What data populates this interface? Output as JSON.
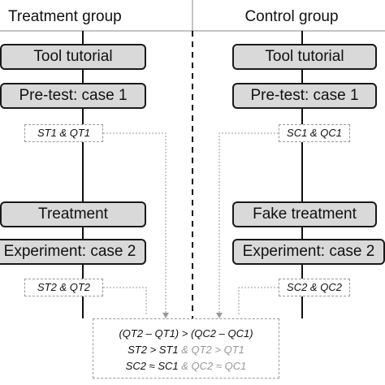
{
  "treatment": {
    "header": "Treatment group",
    "steps": [
      "Tool tutorial",
      "Pre-test: case 1",
      "Treatment",
      "Experiment: case 2"
    ],
    "measure1": "ST1 & QT1",
    "measure2": "ST2 & QT2"
  },
  "control": {
    "header": "Control group",
    "steps": [
      "Tool tutorial",
      "Pre-test: case 1",
      "Fake treatment",
      "Experiment: case 2"
    ],
    "measure1": "SC1 & QC1",
    "measure2": "SC2 & QC2"
  },
  "hypotheses": {
    "line1": "(QT2 – QT1) > (QC2 – QC1)",
    "line2_main": "ST2 > ST1",
    "line2_alt": " & QT2 > QT1",
    "line3_main": "SC2 ≈ SC1",
    "line3_alt": " & QC2 ≈ QC1"
  },
  "colors": {
    "box_fill": "#d9d9d9",
    "box_border": "#1a1a1a",
    "dashed_gray": "#9a9a9a",
    "text": "#111111"
  }
}
